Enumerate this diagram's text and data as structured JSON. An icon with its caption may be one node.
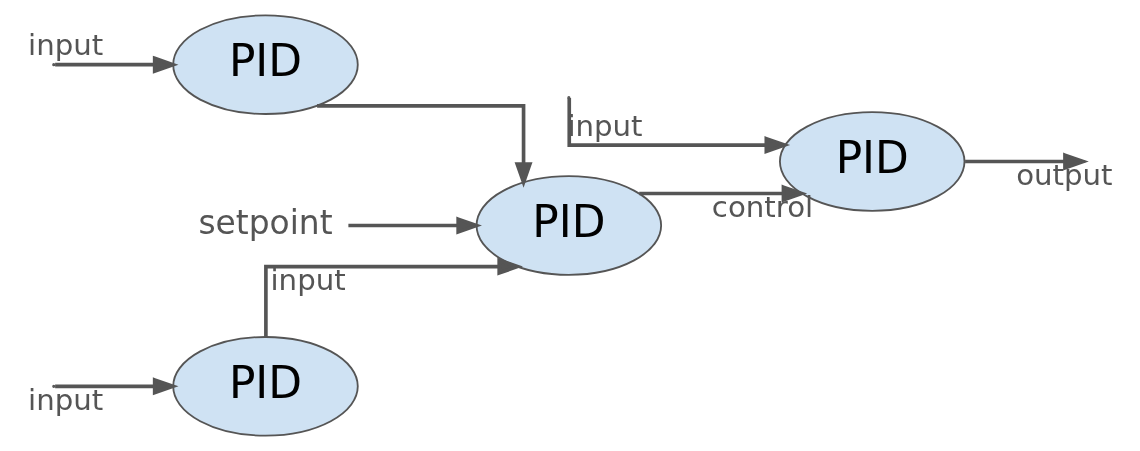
{
  "diagram": {
    "nodes": [
      {
        "text": [
          "PID"
        ]
      },
      {
        "text": [
          "PID"
        ]
      },
      {
        "text": [
          "PID"
        ]
      },
      {
        "text": [
          "PID"
        ]
      },
      {
        "text": [
          "setpoint"
        ]
      }
    ],
    "edges": [
      {
        "from": null,
        "to": 0,
        "arrow": "to",
        "label": "input"
      },
      {
        "from": null,
        "to": 1,
        "arrow": "to",
        "label": "input"
      },
      {
        "from": 0,
        "to": 2,
        "arrow": "to",
        "label": "input"
      },
      {
        "from": 1,
        "to": 2,
        "arrow": "to"
      },
      {
        "from": 4,
        "to": 2,
        "arrow": "to"
      },
      {
        "from": 2,
        "to": 3,
        "arrow": "to",
        "label": "control"
      },
      {
        "from": null,
        "to": 3,
        "arrow": "to",
        "label": "input"
      },
      {
        "from": 3,
        "to": null,
        "arrow": "to",
        "label": "output"
      }
    ]
  }
}
